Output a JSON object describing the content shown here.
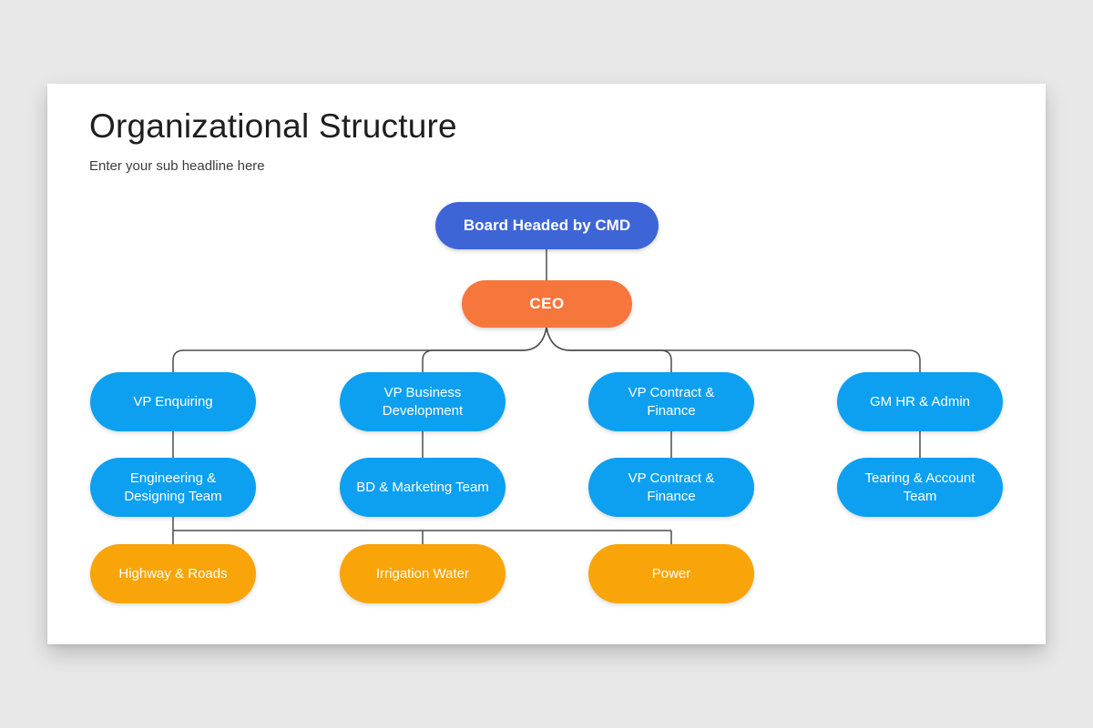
{
  "slide": {
    "title": "Organizational Structure",
    "subtitle": "Enter your sub headline here"
  },
  "colors": {
    "page_background": "#e9e8e8",
    "card_background": "#ffffff",
    "board_blue": "#3d65d5",
    "ceo_orange": "#f7763b",
    "level_blue": "#0da0f0",
    "department_amber": "#f9a408",
    "connector_line": "#4d4d4d",
    "node_text": "#ffffff"
  },
  "org": {
    "board": "Board Headed by CMD",
    "ceo": "CEO",
    "vps": [
      "VP Enquiring",
      "VP Business Development",
      "VP Contract & Finance",
      "GM HR & Admin"
    ],
    "teams": [
      "Engineering & Designing Team",
      "BD & Marketing Team",
      "VP Contract & Finance",
      "Tearing & Account Team"
    ],
    "departments": [
      "Highway & Roads",
      "Irrigation Water",
      "Power"
    ]
  }
}
